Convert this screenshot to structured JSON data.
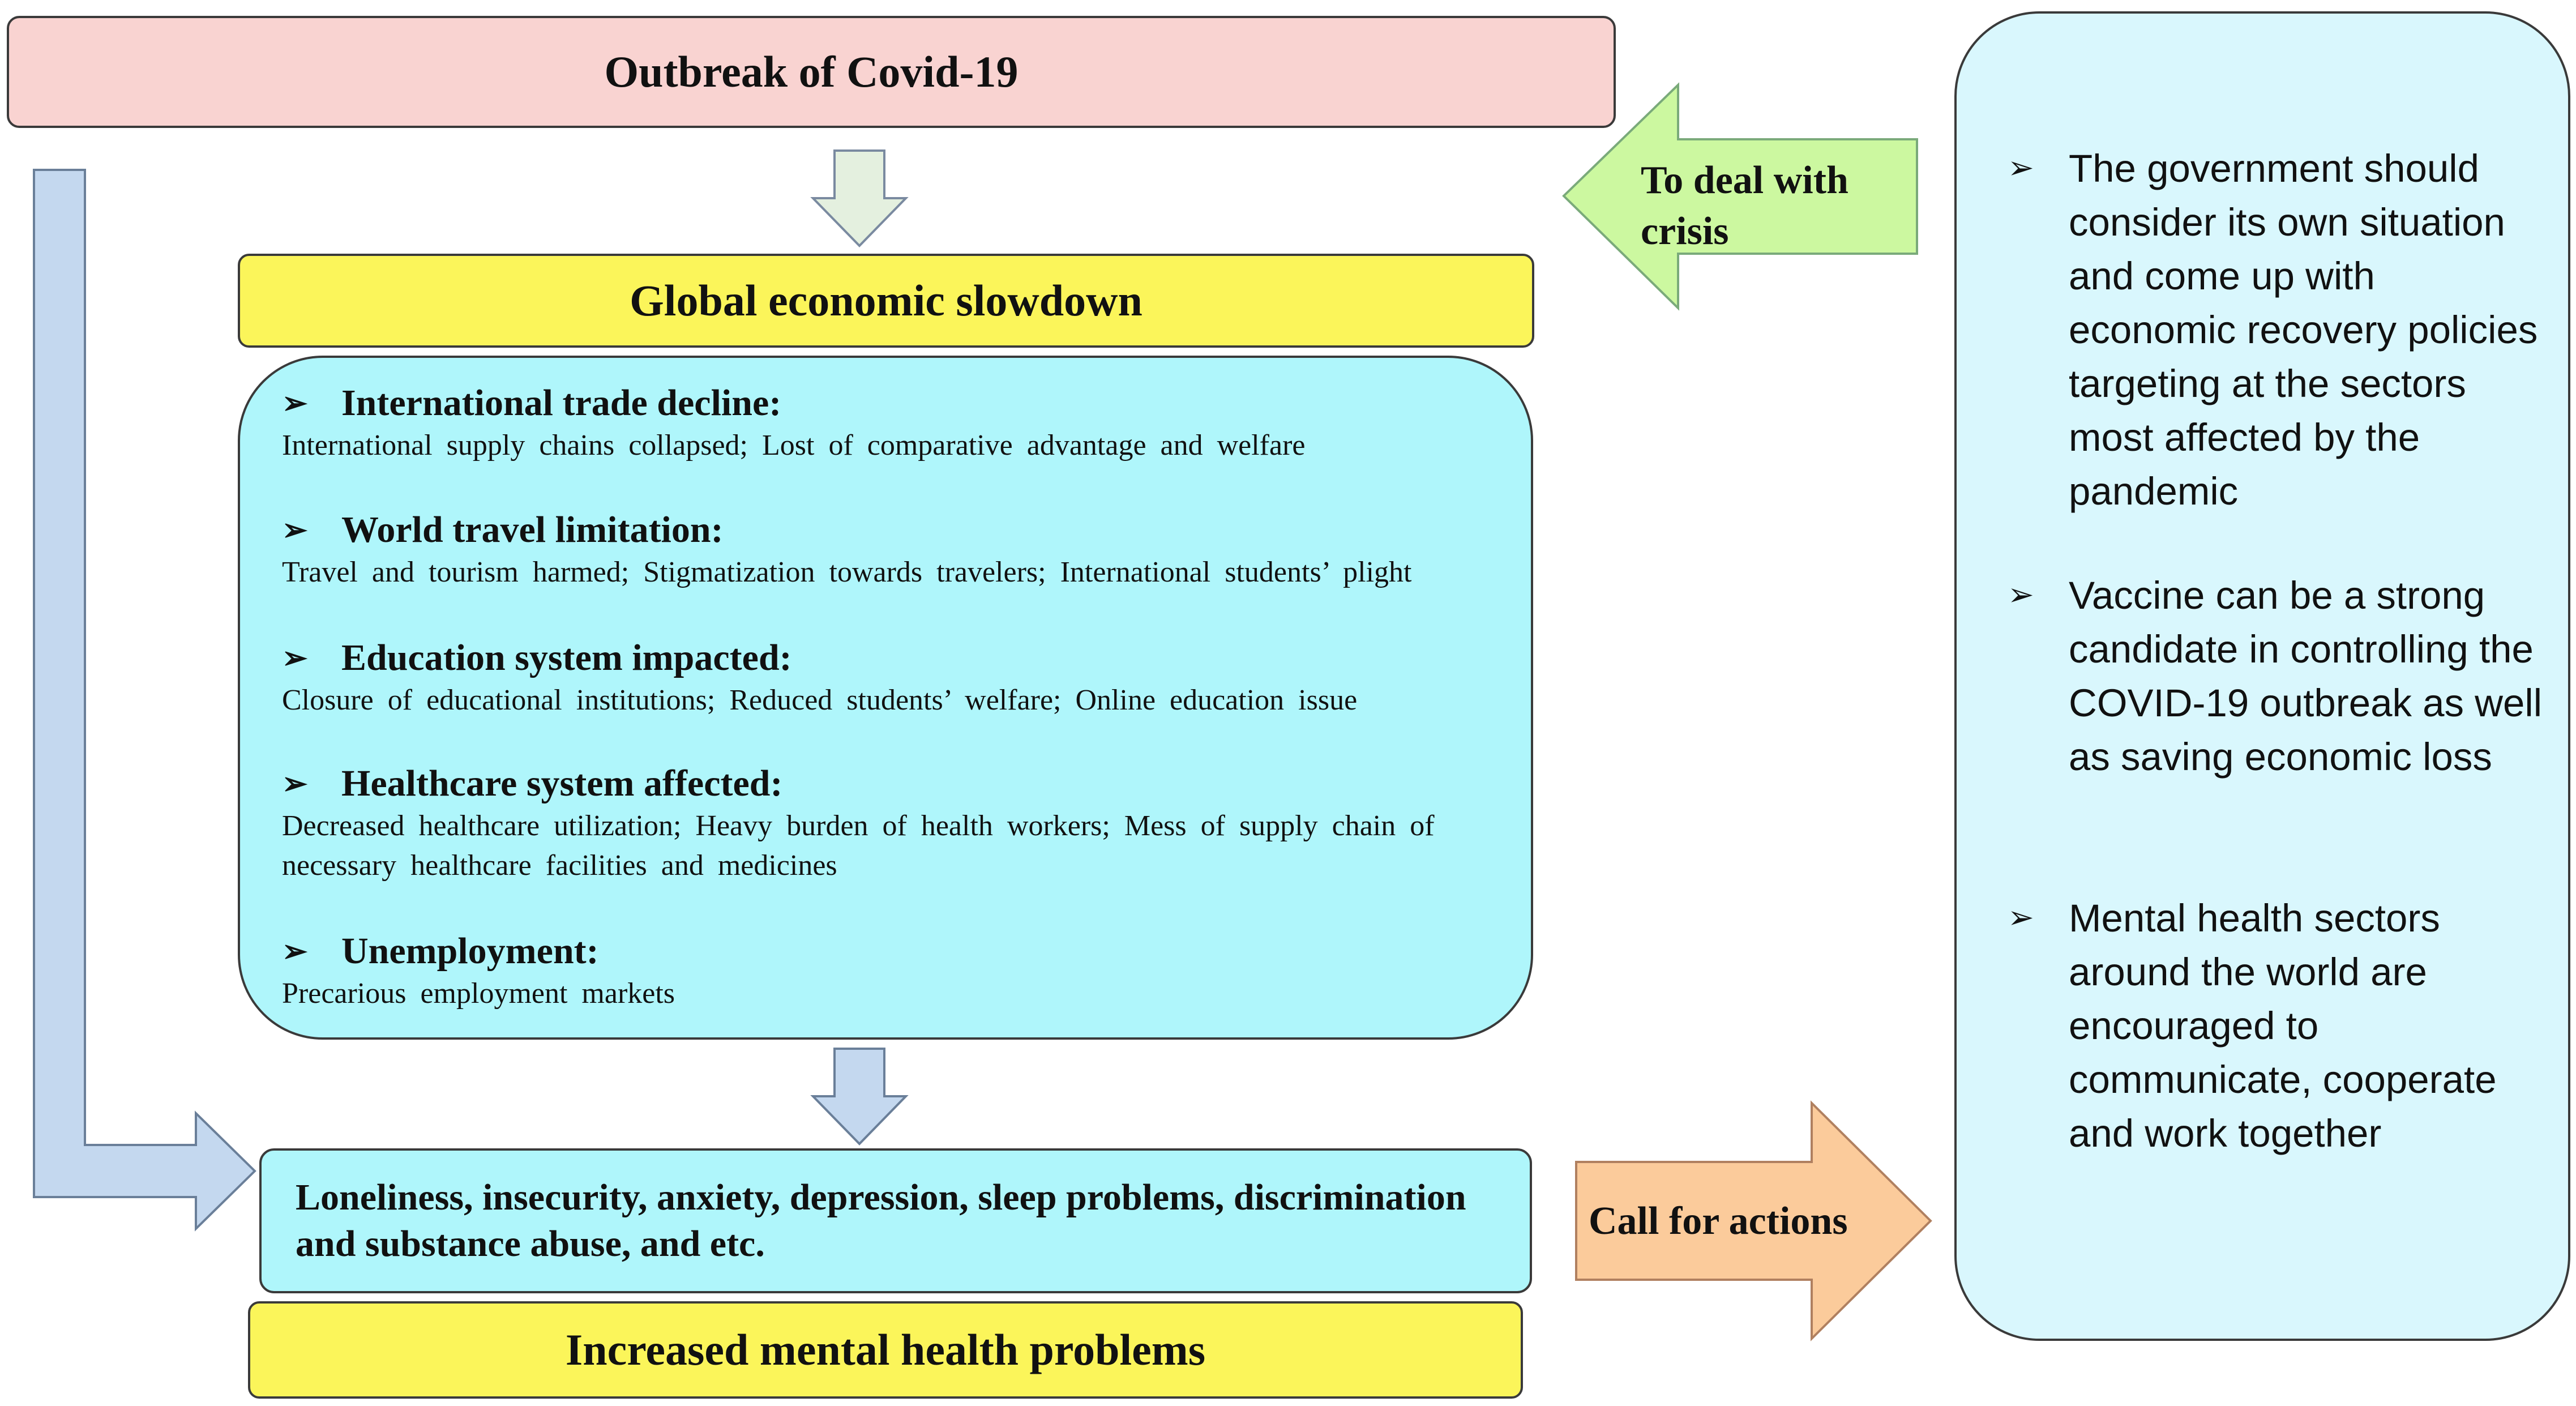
{
  "outbreak": "Outbreak of Covid-19",
  "slowdown": "Global economic slowdown",
  "impacts": [
    {
      "head": "International trade decline:",
      "body": "International supply chains collapsed; Lost of comparative advantage and welfare"
    },
    {
      "head": "World travel limitation:",
      "body": "Travel and tourism harmed; Stigmatization towards travelers; International students’ plight"
    },
    {
      "head": "Education system impacted:",
      "body": "Closure of educational institutions; Reduced students’ welfare; Online education issue"
    },
    {
      "head": "Healthcare system affected:",
      "body": "Decreased healthcare utilization; Heavy burden of health workers; Mess of supply chain of necessary healthcare facilities and medicines"
    },
    {
      "head": "Unemployment:",
      "body": "Precarious employment markets"
    }
  ],
  "symptoms": "Loneliness, insecurity, anxiety, depression, sleep problems, discrimination and substance abuse, and etc.",
  "mental": "Increased mental health problems",
  "deal_label": "To deal with crisis",
  "call_label": "Call for actions",
  "actions": [
    "The government should consider its own situation and come up with economic recovery policies targeting at the sectors most affected by the pandemic",
    "Vaccine can be a strong candidate in controlling the COVID-19 outbreak as well as saving economic loss",
    "Mental health sectors around the world are encouraged to communicate, cooperate and work together"
  ],
  "bullet": "➢",
  "colors": {
    "outbreak_fill": "#f9d3d1",
    "yellow_fill": "#fbf55a",
    "cyan_fill": "#aff6fb",
    "light_cyan_fill": "#d9f7fd",
    "green_arrow": "#ccf8a0",
    "blue_arrow": "#c4d8ef",
    "orange_arrow": "#fbcb9b"
  }
}
